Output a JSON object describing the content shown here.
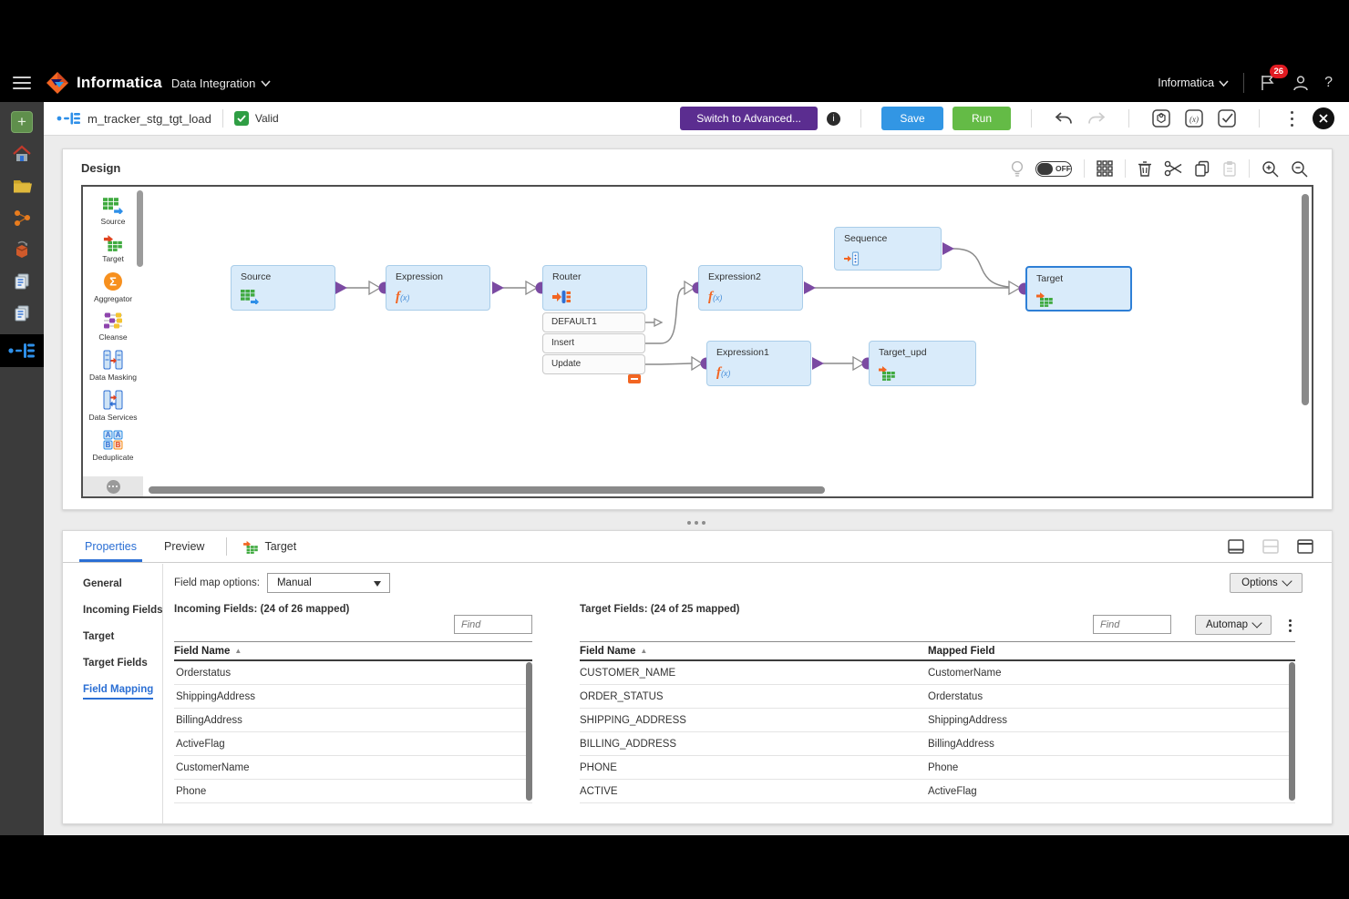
{
  "header": {
    "brand": "Informatica",
    "product": "Data Integration",
    "org": "Informatica",
    "notification_count": "26"
  },
  "toolbar": {
    "asset_name": "m_tracker_stg_tgt_load",
    "valid_label": "Valid",
    "switch_advanced_label": "Switch to Advanced...",
    "save_label": "Save",
    "run_label": "Run"
  },
  "design": {
    "title": "Design",
    "toggle_label": "OFF",
    "palette": [
      "Source",
      "Target",
      "Aggregator",
      "Cleanse",
      "Data Masking",
      "Data Services",
      "Deduplicate"
    ],
    "nodes": {
      "source": "Source",
      "expression": "Expression",
      "router": "Router",
      "expression2": "Expression2",
      "expression1": "Expression1",
      "sequence": "Sequence",
      "target": "Target",
      "target_upd": "Target_upd"
    },
    "router_groups": [
      "DEFAULT1",
      "Insert",
      "Update"
    ]
  },
  "properties": {
    "tabs": [
      "Properties",
      "Preview"
    ],
    "context_tab": "Target",
    "nav": [
      "General",
      "Incoming Fields",
      "Target",
      "Target Fields",
      "Field Mapping"
    ],
    "field_map_options_label": "Field map options:",
    "field_map_option_value": "Manual",
    "options_label": "Options",
    "incoming": {
      "title": "Incoming Fields: (24 of 26 mapped)",
      "find_placeholder": "Find",
      "column": "Field Name",
      "rows": [
        "Orderstatus",
        "ShippingAddress",
        "BillingAddress",
        "ActiveFlag",
        "CustomerName",
        "Phone"
      ]
    },
    "target": {
      "title": "Target Fields: (24 of 25 mapped)",
      "find_placeholder": "Find",
      "automap_label": "Automap",
      "columns": [
        "Field Name",
        "Mapped Field"
      ],
      "rows": [
        {
          "field": "CUSTOMER_NAME",
          "mapped": "CustomerName"
        },
        {
          "field": "ORDER_STATUS",
          "mapped": "Orderstatus"
        },
        {
          "field": "SHIPPING_ADDRESS",
          "mapped": "ShippingAddress"
        },
        {
          "field": "BILLING_ADDRESS",
          "mapped": "BillingAddress"
        },
        {
          "field": "PHONE",
          "mapped": "Phone"
        },
        {
          "field": "ACTIVE",
          "mapped": "ActiveFlag"
        }
      ]
    }
  },
  "colors": {
    "accent_blue": "#2b6fd4",
    "save_blue": "#3296e4",
    "run_green": "#64bb46",
    "advanced_purple": "#5b2d90",
    "valid_green": "#2f9e44",
    "node_fill": "#d9ebfa",
    "node_border": "#a9cde9",
    "node_selected": "#2e7fd6",
    "connector_purple": "#7b4aa2",
    "brand_orange": "#f26522"
  }
}
